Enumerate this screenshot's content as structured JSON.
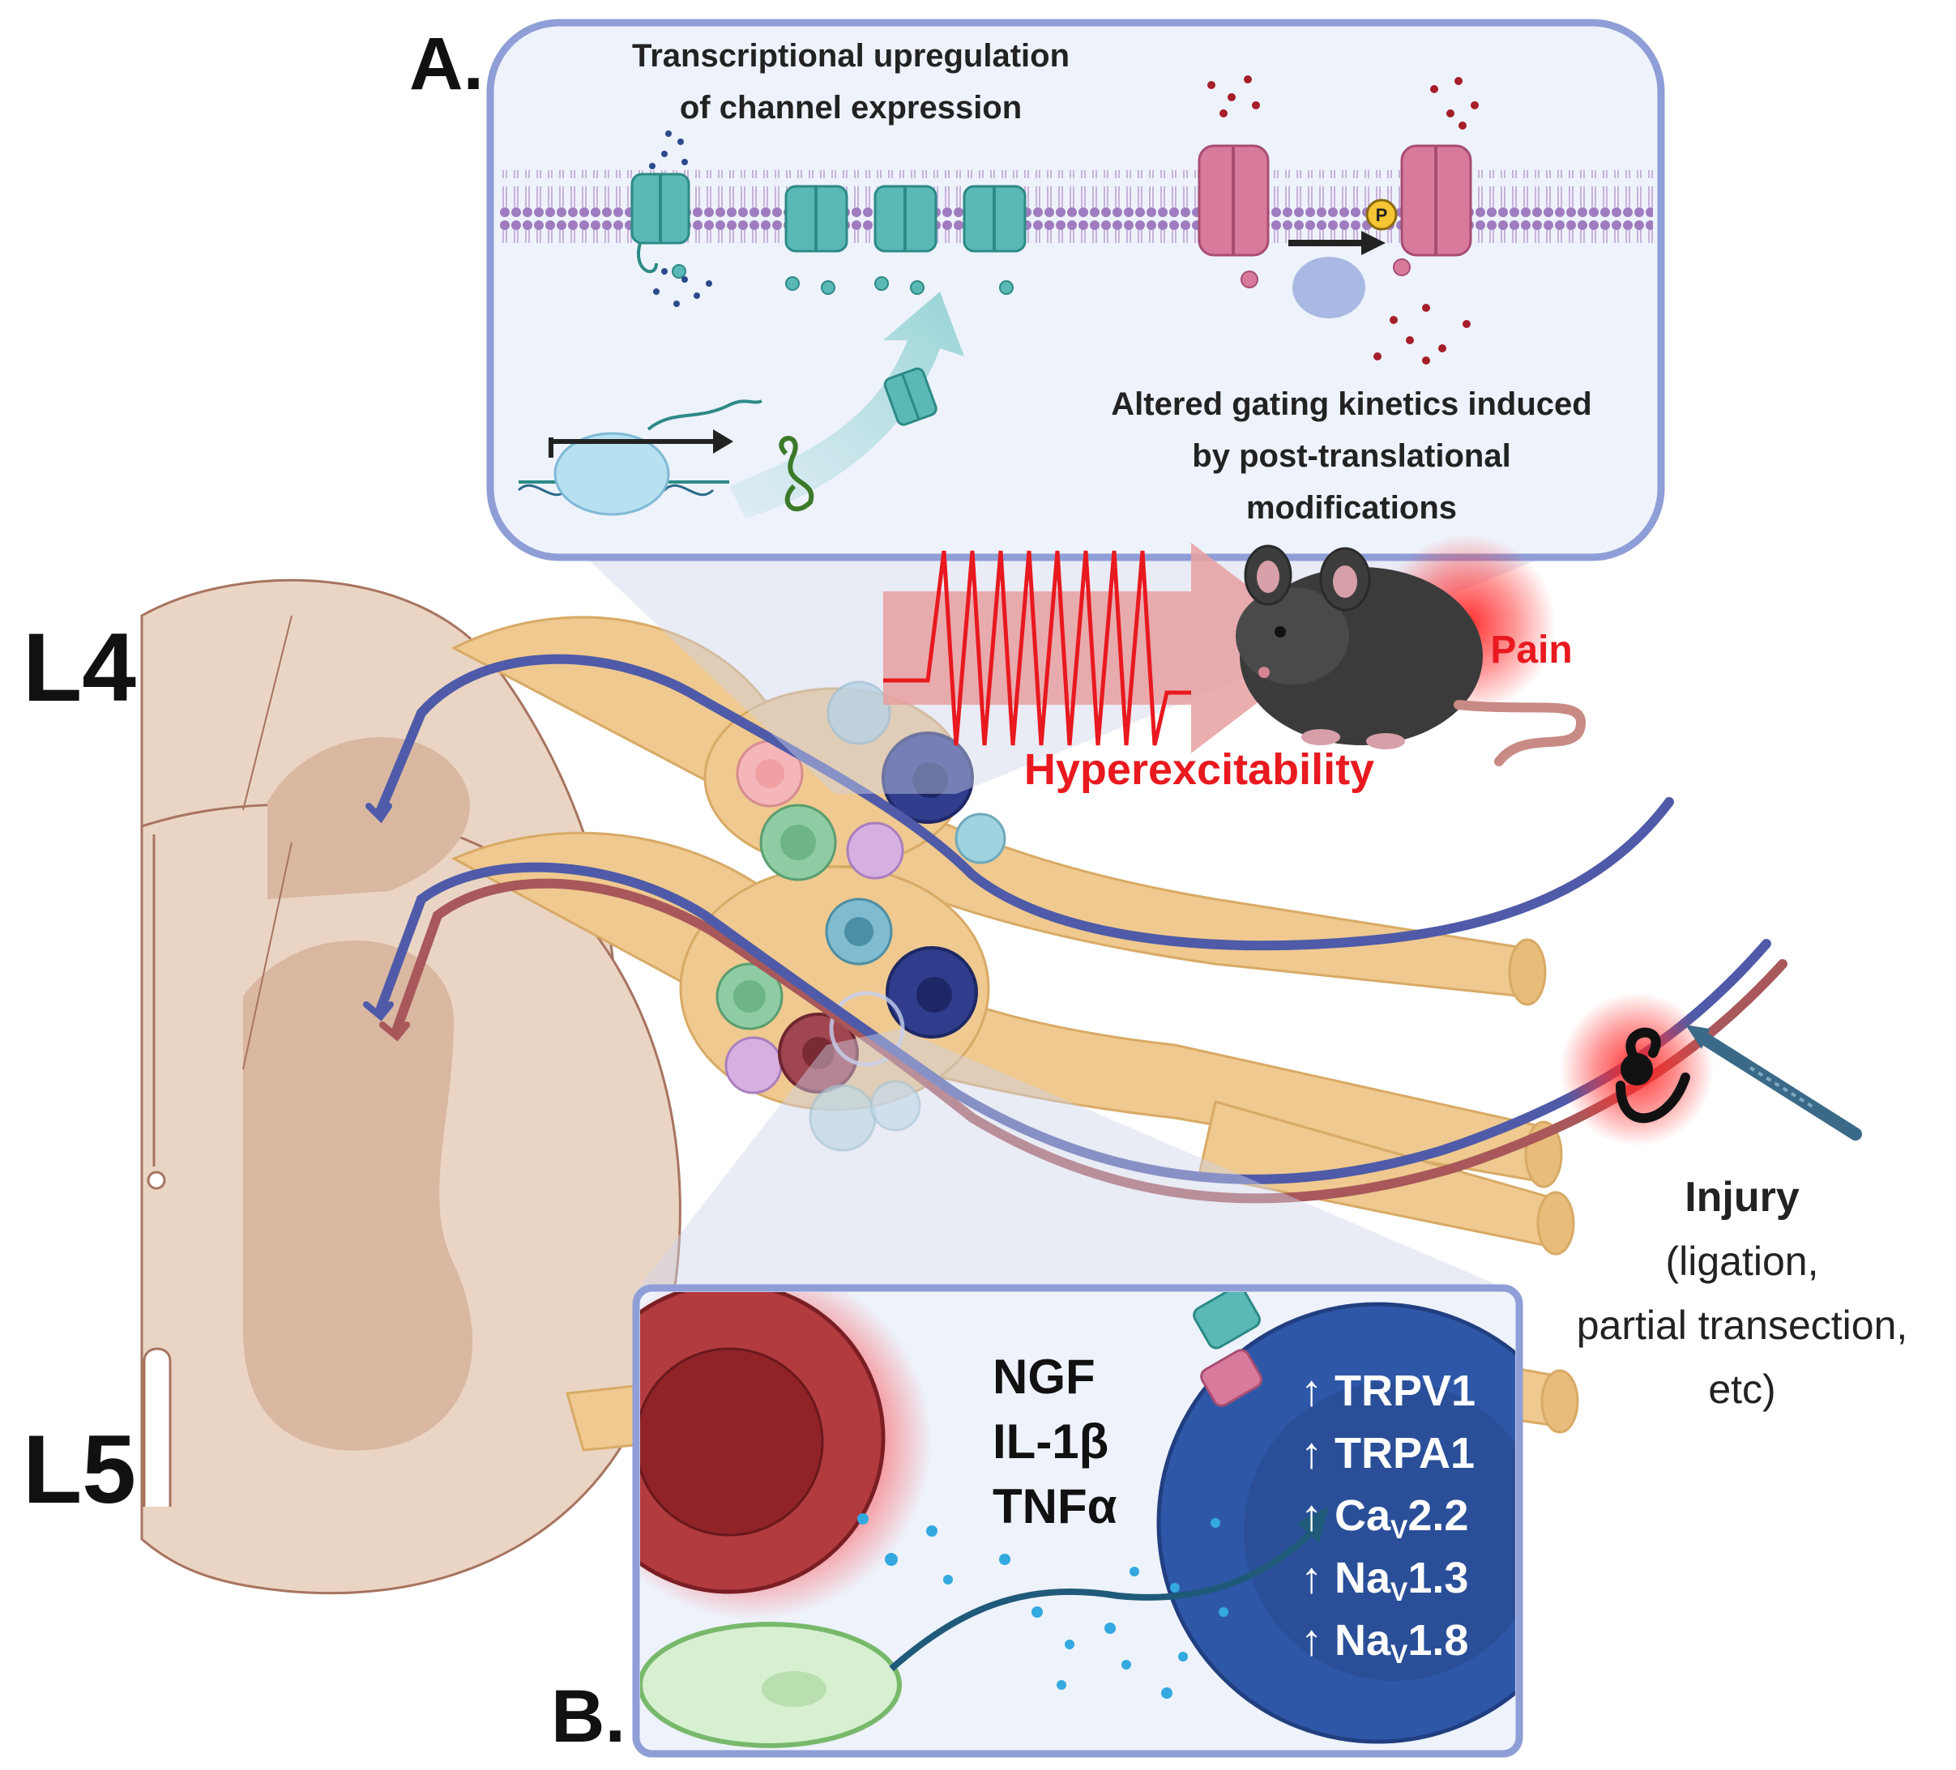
{
  "panel_a": {
    "letter": "A.",
    "transcription_line1": "Transcriptional upregulation",
    "transcription_line2": "of channel expression",
    "gating_line1": "Altered gating kinetics induced",
    "gating_line2": "by post-translational",
    "gating_line3": "modifications",
    "phospho_label": "P"
  },
  "levels": {
    "upper": "L4",
    "lower": "L5"
  },
  "hyperexcitability": "Hyperexcitability",
  "pain": "Pain",
  "injury": {
    "title": "Injury",
    "line1": "(ligation,",
    "line2": "partial transection,",
    "line3": "etc)"
  },
  "panel_b": {
    "letter": "B.",
    "factors": [
      "NGF",
      "IL-1β",
      "TNFα"
    ],
    "upregulated": [
      {
        "base": "TRPV1",
        "sub": "",
        "tail": ""
      },
      {
        "base": "TRPA1",
        "sub": "",
        "tail": ""
      },
      {
        "base": "Ca",
        "sub": "V",
        "tail": "2.2"
      },
      {
        "base": "Na",
        "sub": "V",
        "tail": "1.3"
      },
      {
        "base": "Na",
        "sub": "V",
        "tail": "1.8"
      }
    ],
    "arrow_glyph": "↑"
  },
  "colors": {
    "nerve_blue": "#4f5ba8",
    "nerve_red": "#a8585a",
    "pain_red": "#e8191f",
    "panel_border": "#8f9ed6",
    "panel_fill": "#eef2fb",
    "channel_teal": "#5ab9b4",
    "channel_pink": "#d77a9c",
    "spinal_cord": "#ead5c5",
    "grey_matter": "#d9b7a1",
    "drg": "#efc98f"
  }
}
